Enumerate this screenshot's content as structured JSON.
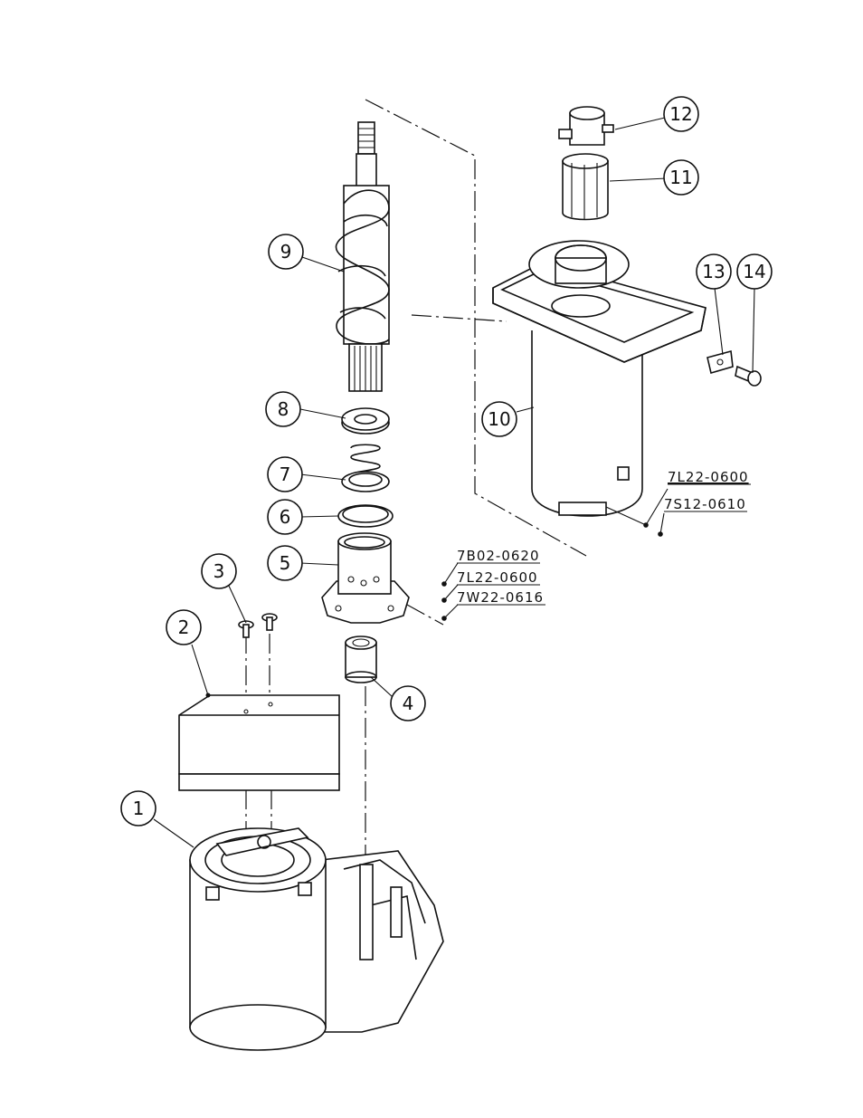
{
  "callouts": [
    {
      "label": "1"
    },
    {
      "label": "2"
    },
    {
      "label": "3"
    },
    {
      "label": "4"
    },
    {
      "label": "5"
    },
    {
      "label": "6"
    },
    {
      "label": "7"
    },
    {
      "label": "8"
    },
    {
      "label": "9"
    },
    {
      "label": "10"
    },
    {
      "label": "11"
    },
    {
      "label": "12"
    },
    {
      "label": "13"
    },
    {
      "label": "14"
    }
  ],
  "part_codes": {
    "upper": [
      "7L22-0600",
      "7S12-0610"
    ],
    "lower": [
      "7B02-0620",
      "7L22-0600",
      "7W22-0616"
    ]
  }
}
